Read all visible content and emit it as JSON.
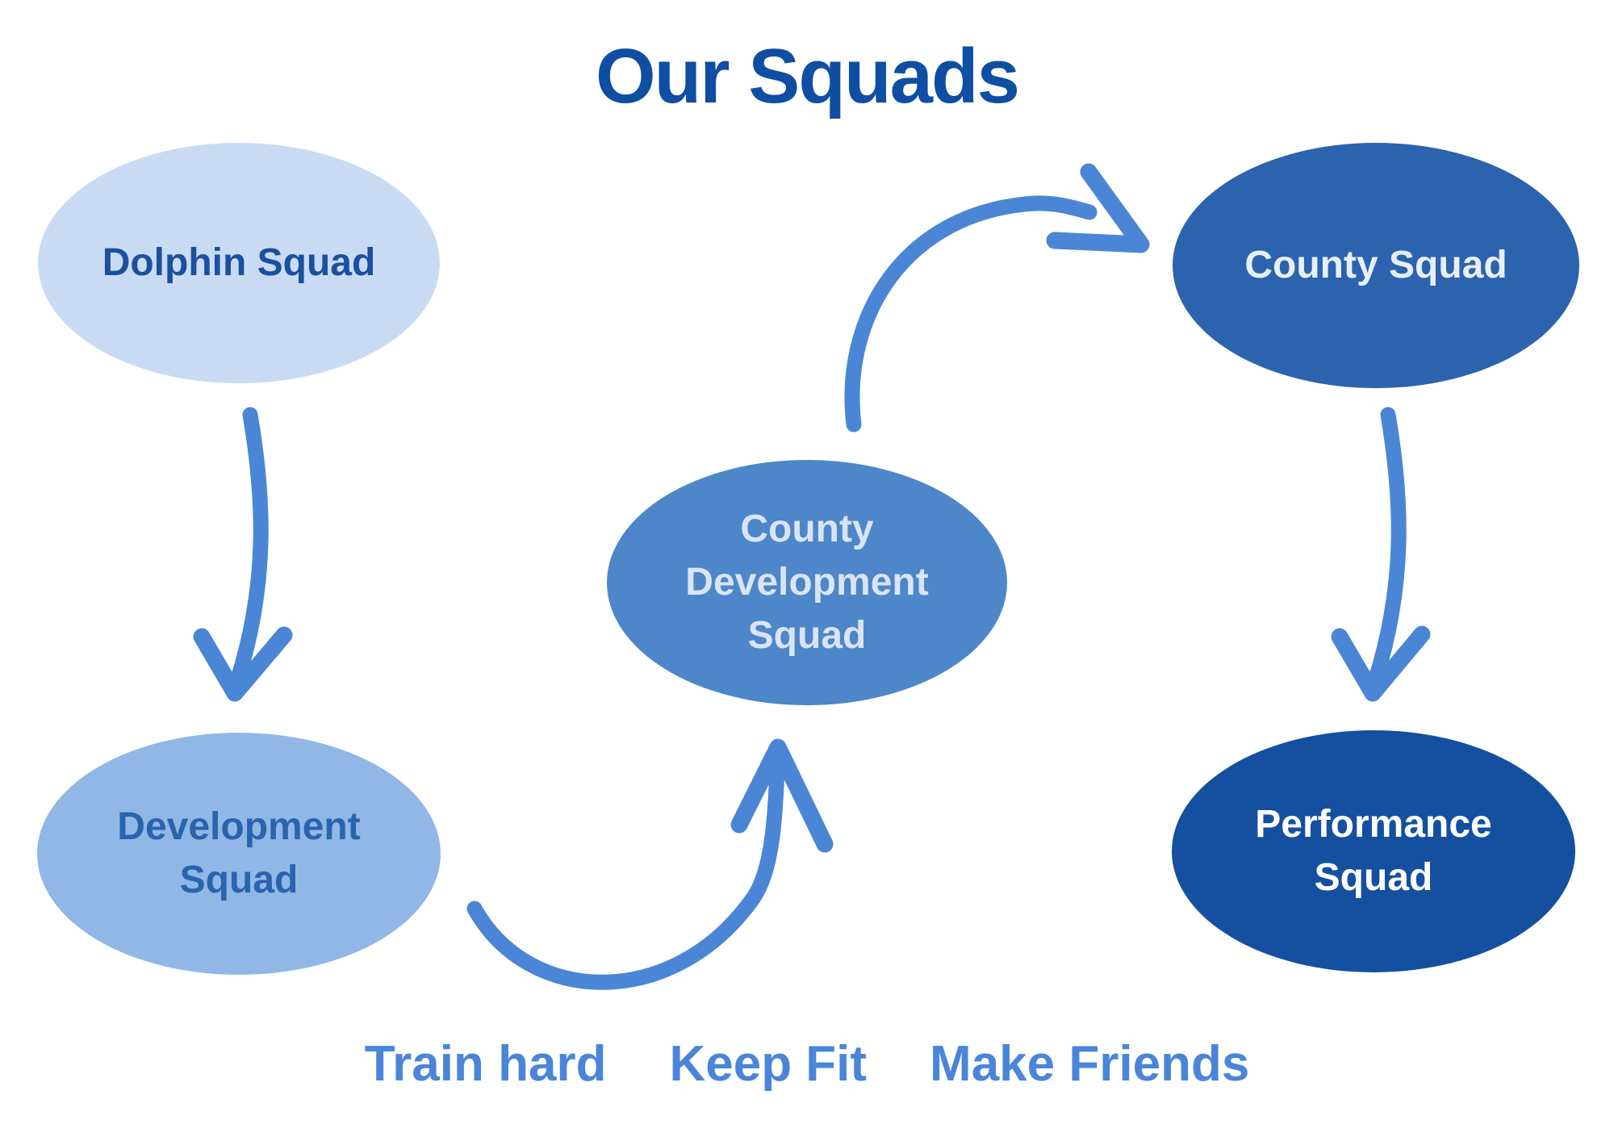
{
  "title": "Our Squads",
  "nodes": [
    {
      "id": "dolphin-squad",
      "lines": [
        "Dolphin Squad"
      ],
      "fill": "#c9dbf3",
      "text_color": "#1b4f9f",
      "style": "background:#c9dbf3;color:#1b4f9f"
    },
    {
      "id": "county-squad",
      "lines": [
        "County Squad"
      ],
      "fill": "#2b63ae",
      "text_color": "#e9eef8",
      "style": "background:#2b63ae;color:#e9eef8"
    },
    {
      "id": "county-development-squad",
      "lines": [
        "County",
        "Development",
        "Squad"
      ],
      "fill": "#4d86c9",
      "text_color": "#d9e4f4",
      "style": "background:#4d86c9;color:#d9e4f4"
    },
    {
      "id": "development-squad",
      "lines": [
        "Development",
        "Squad"
      ],
      "fill": "#90b7e6",
      "text_color": "#2a63ae",
      "style": "background:#90b7e6;color:#2a63ae"
    },
    {
      "id": "performance-squad",
      "lines": [
        "Performance",
        "Squad"
      ],
      "fill": "#14509f",
      "text_color": "#ffffff",
      "style": "background:#14509f;color:#ffffff"
    }
  ],
  "arrows": [
    {
      "from": "dolphin-squad",
      "to": "development-squad"
    },
    {
      "from": "development-squad",
      "to": "county-development-squad"
    },
    {
      "from": "county-development-squad",
      "to": "county-squad"
    },
    {
      "from": "county-squad",
      "to": "performance-squad"
    }
  ],
  "footer": {
    "values": [
      "Train hard",
      "Keep Fit",
      "Make Friends"
    ],
    "color": "#4a85d9"
  },
  "colors": {
    "background": "#ffffff",
    "title": "#0e4ea3",
    "arrow": "#4a86d5"
  }
}
